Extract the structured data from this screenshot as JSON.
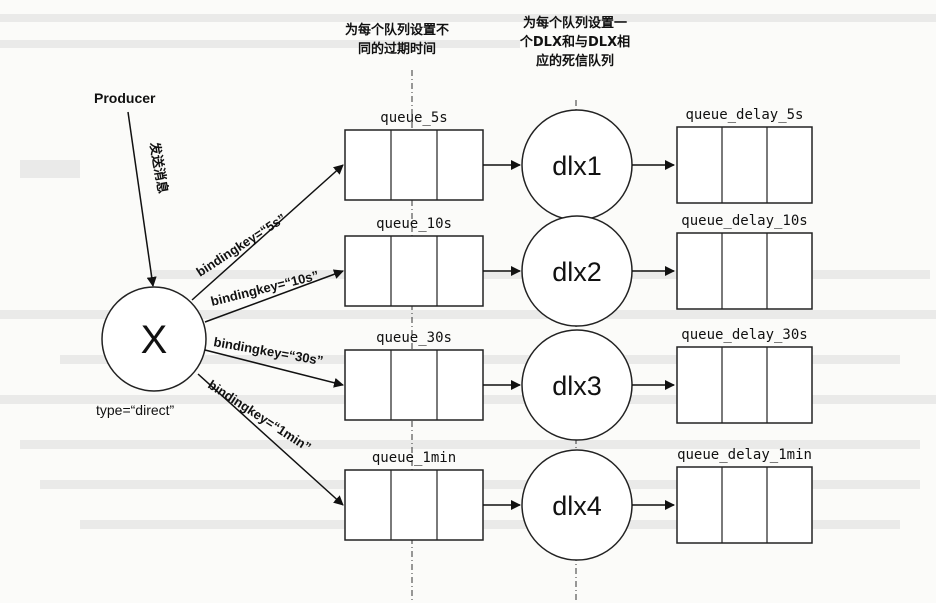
{
  "header": {
    "col1_line1": "为每个队列设置不",
    "col1_line2": "同的过期时间",
    "col2_line1": "为每个队列设置一",
    "col2_line2": "个DLX和与DLX相",
    "col2_line3": "应的死信队列"
  },
  "producer": {
    "label": "Producer",
    "send_label": "发送消息"
  },
  "exchange": {
    "name": "X",
    "type_label": "type=“direct”"
  },
  "bindings": [
    "bindingkey=“5s”",
    "bindingkey=“10s”",
    "bindingkey=“30s”",
    "bindingkey=“1min”"
  ],
  "queues": [
    "queue_5s",
    "queue_10s",
    "queue_30s",
    "queue_1min"
  ],
  "dlx": [
    "dlx1",
    "dlx2",
    "dlx3",
    "dlx4"
  ],
  "delay_queues": [
    "queue_delay_5s",
    "queue_delay_10s",
    "queue_delay_30s",
    "queue_delay_1min"
  ]
}
